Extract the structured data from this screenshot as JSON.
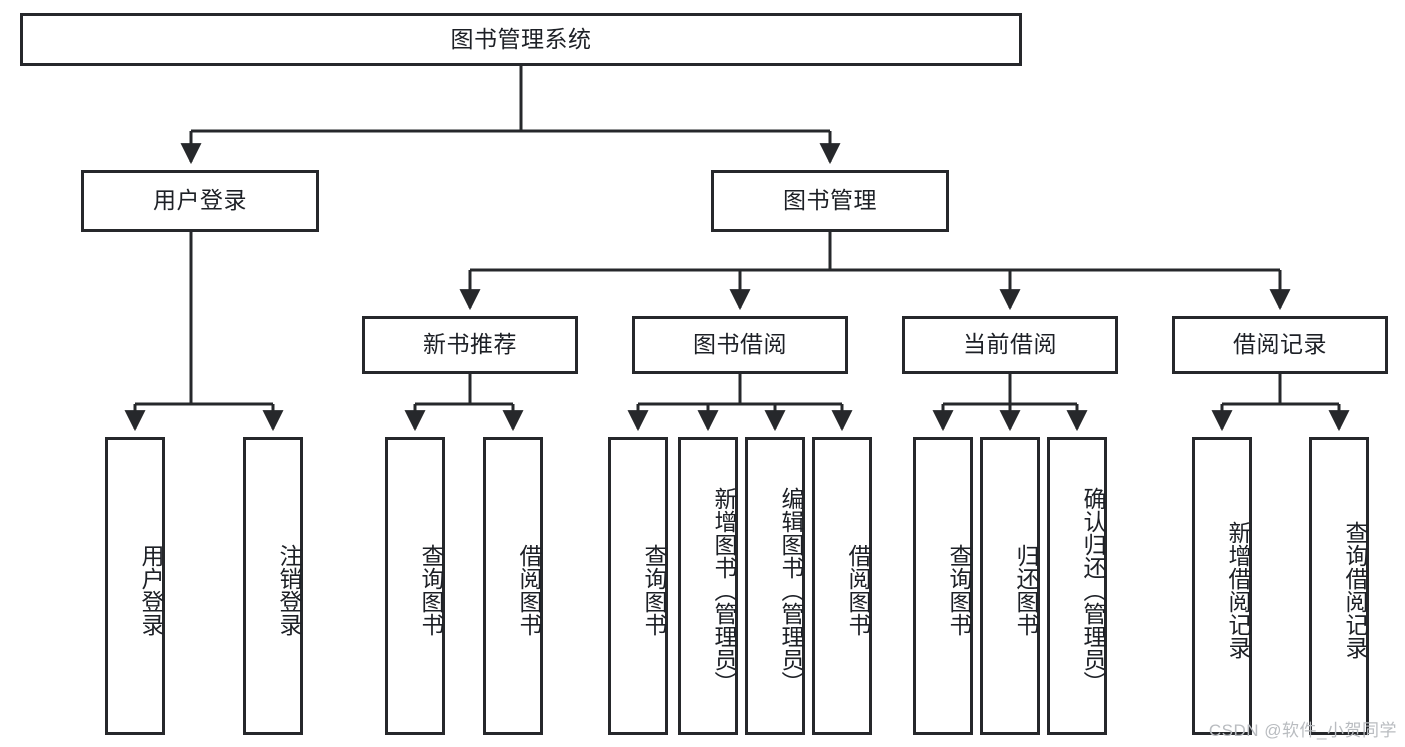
{
  "diagram": {
    "title_node": {
      "id": "root",
      "label": "图书管理系统"
    },
    "level2": [
      {
        "id": "user-login",
        "label": "用户登录"
      },
      {
        "id": "book-management",
        "label": "图书管理"
      }
    ],
    "level3": [
      {
        "id": "new-book-recommend",
        "label": "新书推荐"
      },
      {
        "id": "book-borrow",
        "label": "图书借阅"
      },
      {
        "id": "current-borrow",
        "label": "当前借阅"
      },
      {
        "id": "borrow-record",
        "label": "借阅记录"
      }
    ],
    "leaves": {
      "user_login": [
        {
          "id": "leaf-user-login",
          "label": "用户登录"
        },
        {
          "id": "leaf-logout-login",
          "label": "注销登录"
        }
      ],
      "new_book_recommend": [
        {
          "id": "leaf-query-book-1",
          "label": "查询图书"
        },
        {
          "id": "leaf-borrow-book-1",
          "label": "借阅图书"
        }
      ],
      "book_borrow": [
        {
          "id": "leaf-query-book-2",
          "label": "查询图书"
        },
        {
          "id": "leaf-add-book",
          "label": "新增图书（管理员）"
        },
        {
          "id": "leaf-edit-book",
          "label": "编辑图书（管理员）"
        },
        {
          "id": "leaf-borrow-book-2",
          "label": "借阅图书"
        }
      ],
      "current_borrow": [
        {
          "id": "leaf-query-book-3",
          "label": "查询图书"
        },
        {
          "id": "leaf-return-book",
          "label": "归还图书"
        },
        {
          "id": "leaf-confirm-return",
          "label": "确认归还（管理员）"
        }
      ],
      "borrow_record": [
        {
          "id": "leaf-add-borrow-record",
          "label": "新增借阅记录"
        },
        {
          "id": "leaf-query-borrow-record",
          "label": "查询借阅记录"
        }
      ]
    },
    "colors": {
      "border": "#26282b",
      "text": "#1d2026",
      "background": "#ffffff",
      "edge": "#26282b",
      "watermark": "#b9bcc0"
    }
  },
  "watermark": {
    "text": "CSDN @软件_小贺同学"
  }
}
